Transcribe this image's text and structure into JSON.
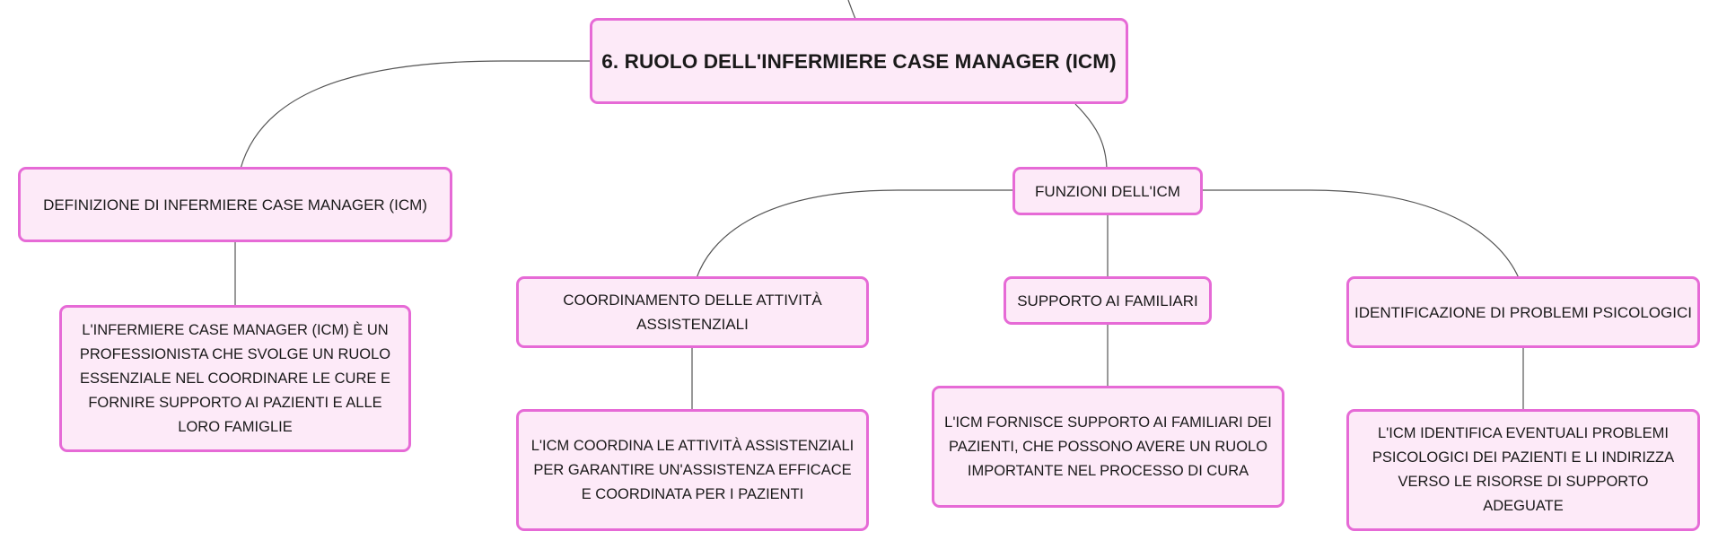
{
  "diagram": {
    "root": {
      "label": "6. RUOLO DELL'INFERMIERE CASE MANAGER (ICM)"
    },
    "definition": {
      "label": "DEFINIZIONE DI INFERMIERE CASE MANAGER (ICM)",
      "detail": "L'INFERMIERE CASE MANAGER (ICM) È UN PROFESSIONISTA CHE SVOLGE UN RUOLO ESSENZIALE NEL COORDINARE LE CURE E FORNIRE SUPPORTO AI PAZIENTI E ALLE LORO FAMIGLIE"
    },
    "functions": {
      "label": "FUNZIONI DELL'ICM",
      "items": [
        {
          "label": "COORDINAMENTO DELLE ATTIVITÀ ASSISTENZIALI",
          "detail": "L'ICM COORDINA LE ATTIVITÀ ASSISTENZIALI PER GARANTIRE UN'ASSISTENZA EFFICACE E COORDINATA PER I PAZIENTI"
        },
        {
          "label": "SUPPORTO AI FAMILIARI",
          "detail": "L'ICM FORNISCE SUPPORTO AI FAMILIARI DEI PAZIENTI, CHE POSSONO AVERE UN RUOLO IMPORTANTE NEL PROCESSO DI CURA"
        },
        {
          "label": "IDENTIFICAZIONE DI PROBLEMI PSICOLOGICI",
          "detail": "L'ICM IDENTIFICA EVENTUALI PROBLEMI PSICOLOGICI DEI PAZIENTI E LI INDIRIZZA VERSO LE RISORSE DI SUPPORTO ADEGUATE"
        }
      ]
    }
  },
  "colors": {
    "node_fill": "#fdeaf8",
    "node_border": "#e66ad6",
    "link": "#555555"
  }
}
